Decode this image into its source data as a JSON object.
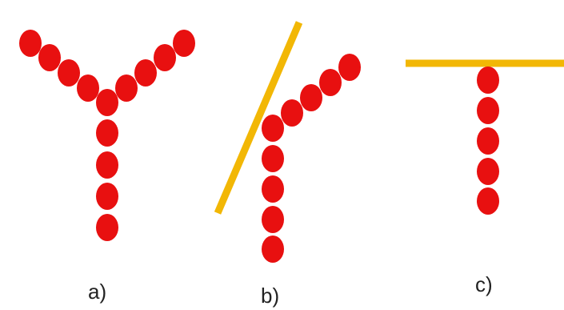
{
  "panels": [
    {
      "id": "a",
      "label": "a)",
      "bead_color": "#e81010"
    },
    {
      "id": "b",
      "label": "b)",
      "bead_color": "#e81010",
      "rod_color": "#f2b705"
    },
    {
      "id": "c",
      "label": "c)",
      "bead_color": "#e81010",
      "rod_color": "#f2b705"
    }
  ]
}
